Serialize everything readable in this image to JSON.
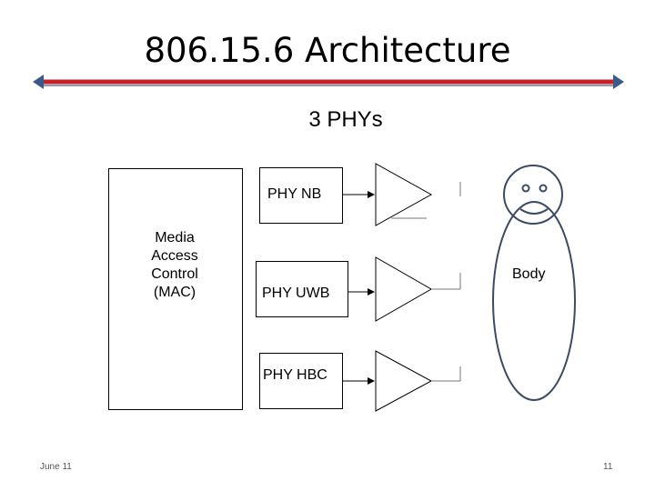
{
  "slide": {
    "title": "806.15.6 Architecture",
    "subtitle": "3 PHYs",
    "footer_date": "June 11",
    "page_number": "11"
  },
  "diagram": {
    "mac_label": "Media\nAccess\nControl\n(MAC)",
    "phys": [
      {
        "label": "PHY NB"
      },
      {
        "label": "PHY UWB"
      },
      {
        "label": "PHY HBC"
      }
    ],
    "body_label": "Body"
  },
  "colors": {
    "title_rule": "#c8202a",
    "rule_arrows": "#3a5a8a",
    "body_outline": "#3d4a63"
  }
}
